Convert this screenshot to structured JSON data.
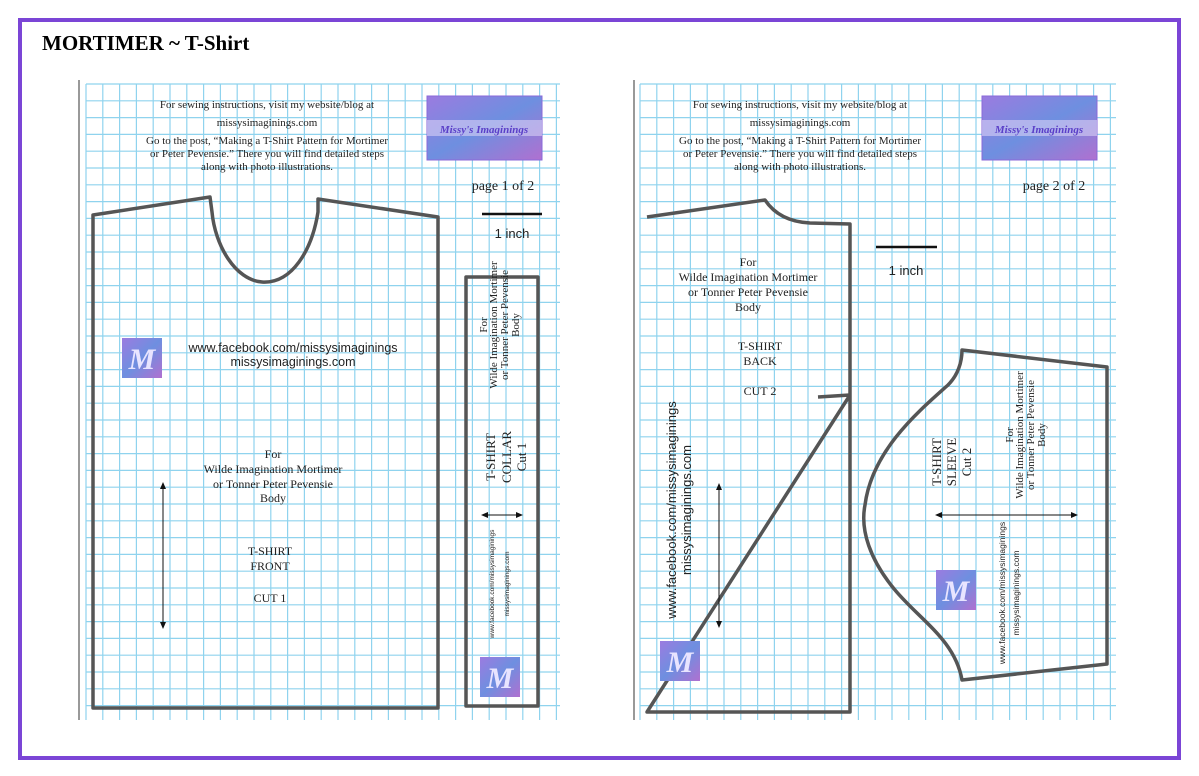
{
  "title": "MORTIMER ~ T-Shirt",
  "colors": {
    "frame": "#7b45d6",
    "grid": "#8fd3ee",
    "pattern_line": "#555555",
    "logo": "#8a6ad8"
  },
  "logo_text": "Missy's Imaginings",
  "logo_letter": "M",
  "instructions": [
    "For sewing instructions, visit my website/blog at",
    "missysimaginings.com",
    "Go  to the post, “Making a T-Shirt Pattern for Mortimer",
    "or Peter Pevensie.” There you will find detailed steps",
    "along with photo illustrations."
  ],
  "scale_label": "1 inch",
  "doll_label": [
    "For",
    "Wilde Imagination Mortimer",
    "or Tonner Peter Pevensie",
    "Body"
  ],
  "social": [
    "www.facebook.com/missysimaginings",
    "missysimaginings.com"
  ],
  "pages": [
    {
      "page_label": "page 1 of  2",
      "pieces": [
        {
          "name": "front",
          "label": [
            "T-SHIRT",
            "FRONT"
          ],
          "cut": "CUT 1"
        },
        {
          "name": "collar",
          "label": [
            "T-SHIRT",
            "COLLAR"
          ],
          "cut": "Cut 1"
        }
      ]
    },
    {
      "page_label": "page 2 of  2",
      "pieces": [
        {
          "name": "back",
          "label": [
            "T-SHIRT",
            "BACK"
          ],
          "cut": "CUT 2"
        },
        {
          "name": "sleeve",
          "label": [
            "T-SHIRT",
            "SLEEVE"
          ],
          "cut": "Cut 2"
        }
      ]
    }
  ]
}
